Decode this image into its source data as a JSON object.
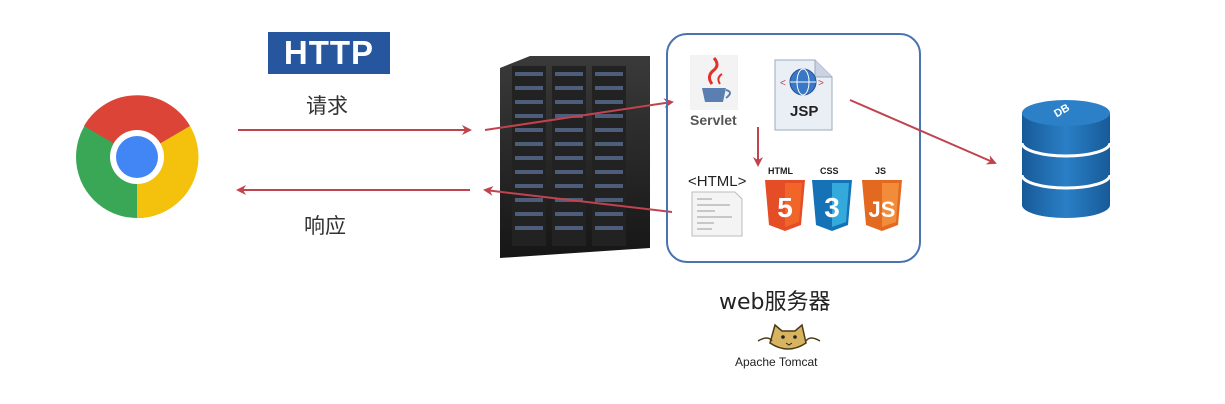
{
  "protocol": {
    "badge": "HTTP"
  },
  "flow": {
    "request_label": "请求",
    "response_label": "响应"
  },
  "web_server": {
    "label": "web服务器",
    "components": {
      "servlet": "Servlet",
      "jsp": "JSP",
      "html_doc": "<HTML>",
      "html5": "HTML",
      "css3": "CSS",
      "js": "JS"
    },
    "container": "Apache Tomcat"
  },
  "database": {
    "label": "DB"
  },
  "colors": {
    "arrow": "#c0434e",
    "server_box_border": "#4a74b0",
    "html5": "#e44d26",
    "css3": "#2a73ba",
    "js": "#f0792a",
    "db": "#1d5fa0",
    "http_badge": "#26579e"
  }
}
